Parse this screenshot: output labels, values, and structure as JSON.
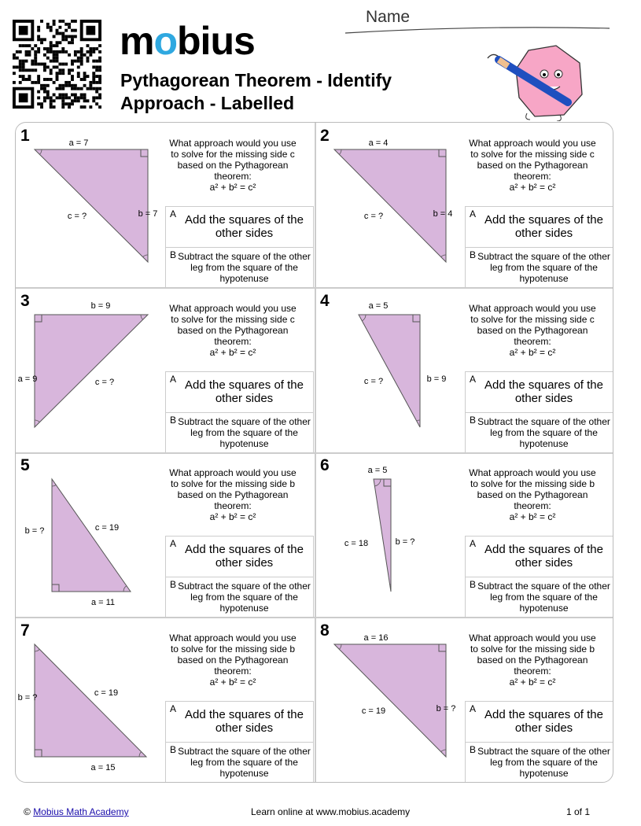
{
  "header": {
    "logo_text": "mobius",
    "title": "Pythagorean Theorem - Identify Approach - Labelled",
    "name_label": "Name"
  },
  "question_template": {
    "prompt_before": "What approach would you use to solve for the missing side",
    "prompt_after": "based on the Pythagorean theorem:",
    "formula": "a² + b² = c²",
    "option_a_letter": "A",
    "option_a_text": "Add the squares of the other sides",
    "option_b_letter": "B",
    "option_b_text": "Subtract the square of the other leg from the square of the hypotenuse"
  },
  "problems": [
    {
      "number": "1",
      "missing": "c",
      "labels": [
        "a = 7",
        "b = 7",
        "c = ?"
      ]
    },
    {
      "number": "2",
      "missing": "c",
      "labels": [
        "a = 4",
        "b = 4",
        "c = ?"
      ]
    },
    {
      "number": "3",
      "missing": "c",
      "labels": [
        "b = 9",
        "a = 9",
        "c = ?"
      ]
    },
    {
      "number": "4",
      "missing": "c",
      "labels": [
        "a = 5",
        "b = 9",
        "c = ?"
      ]
    },
    {
      "number": "5",
      "missing": "b",
      "labels": [
        "b = ?",
        "c = 19",
        "a = 11"
      ]
    },
    {
      "number": "6",
      "missing": "b",
      "labels": [
        "a = 5",
        "c = 18",
        "b = ?"
      ]
    },
    {
      "number": "7",
      "missing": "b",
      "labels": [
        "b = ?",
        "c = 19",
        "a = 15"
      ]
    },
    {
      "number": "8",
      "missing": "b",
      "labels": [
        "a = 16",
        "c = 19",
        "b = ?"
      ]
    }
  ],
  "footer": {
    "copyright_symbol": "©",
    "link_text": "Mobius Math Academy",
    "center_text": "Learn online at www.mobius.academy",
    "page_text": "1 of 1"
  },
  "colors": {
    "triangle_fill": "#d8b6dc",
    "accent_blue": "#2fa8e0",
    "mascot_pink": "#f7a6c6"
  }
}
